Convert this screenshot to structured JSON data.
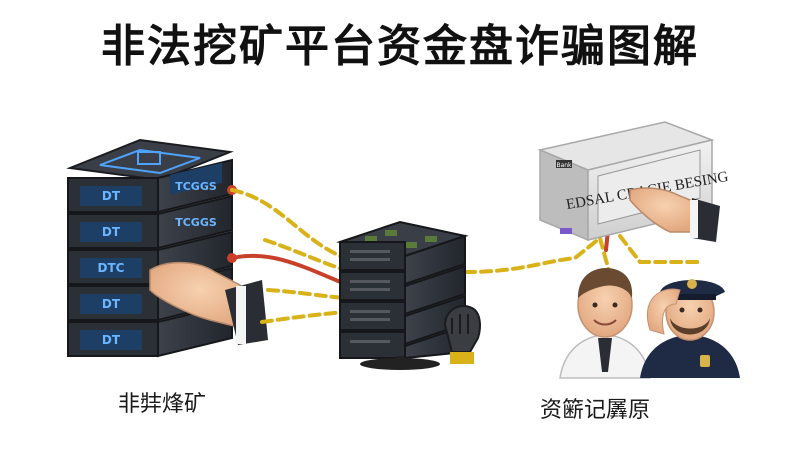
{
  "title": "非法挖矿平台资金盘诈骗图解",
  "rack_labels": [
    "DT",
    "TCGGS",
    "DT",
    "TCGGS",
    "DTC",
    "DT",
    "DT"
  ],
  "terminal_label": "EDSAL CRACIE BESING",
  "terminal_tag": "Bank",
  "caption_left": "非弉烽矿",
  "caption_right": "资簖记羼原",
  "colors": {
    "rack": "#2b2f36",
    "rack_screen": "#1d3f66",
    "rack_glow": "#4ea3ff",
    "cable_yellow": "#d9b21a",
    "cable_red": "#c8402a",
    "badge_gold": "#d8b24a",
    "police_navy": "#1f2b45"
  }
}
